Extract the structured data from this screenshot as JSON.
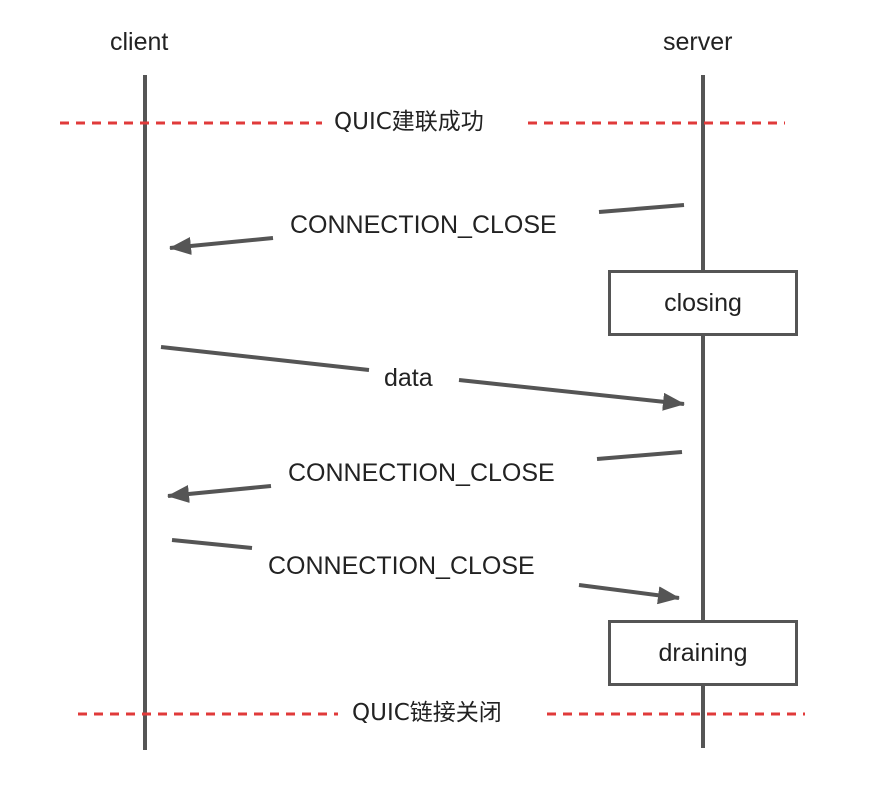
{
  "participants": {
    "client": "client",
    "server": "server"
  },
  "separators": {
    "established": "QUIC建联成功",
    "closed": "QUIC链接关闭"
  },
  "messages": [
    {
      "label": "CONNECTION_CLOSE",
      "from": "server",
      "to": "client"
    },
    {
      "label": "data",
      "from": "client",
      "to": "server"
    },
    {
      "label": "CONNECTION_CLOSE",
      "from": "server",
      "to": "client"
    },
    {
      "label": "CONNECTION_CLOSE",
      "from": "client",
      "to": "server"
    }
  ],
  "states": {
    "closing": "closing",
    "draining": "draining"
  },
  "colors": {
    "lifeline": "#555555",
    "arrow": "#555555",
    "separator": "#e03a3a",
    "text": "#222222"
  }
}
